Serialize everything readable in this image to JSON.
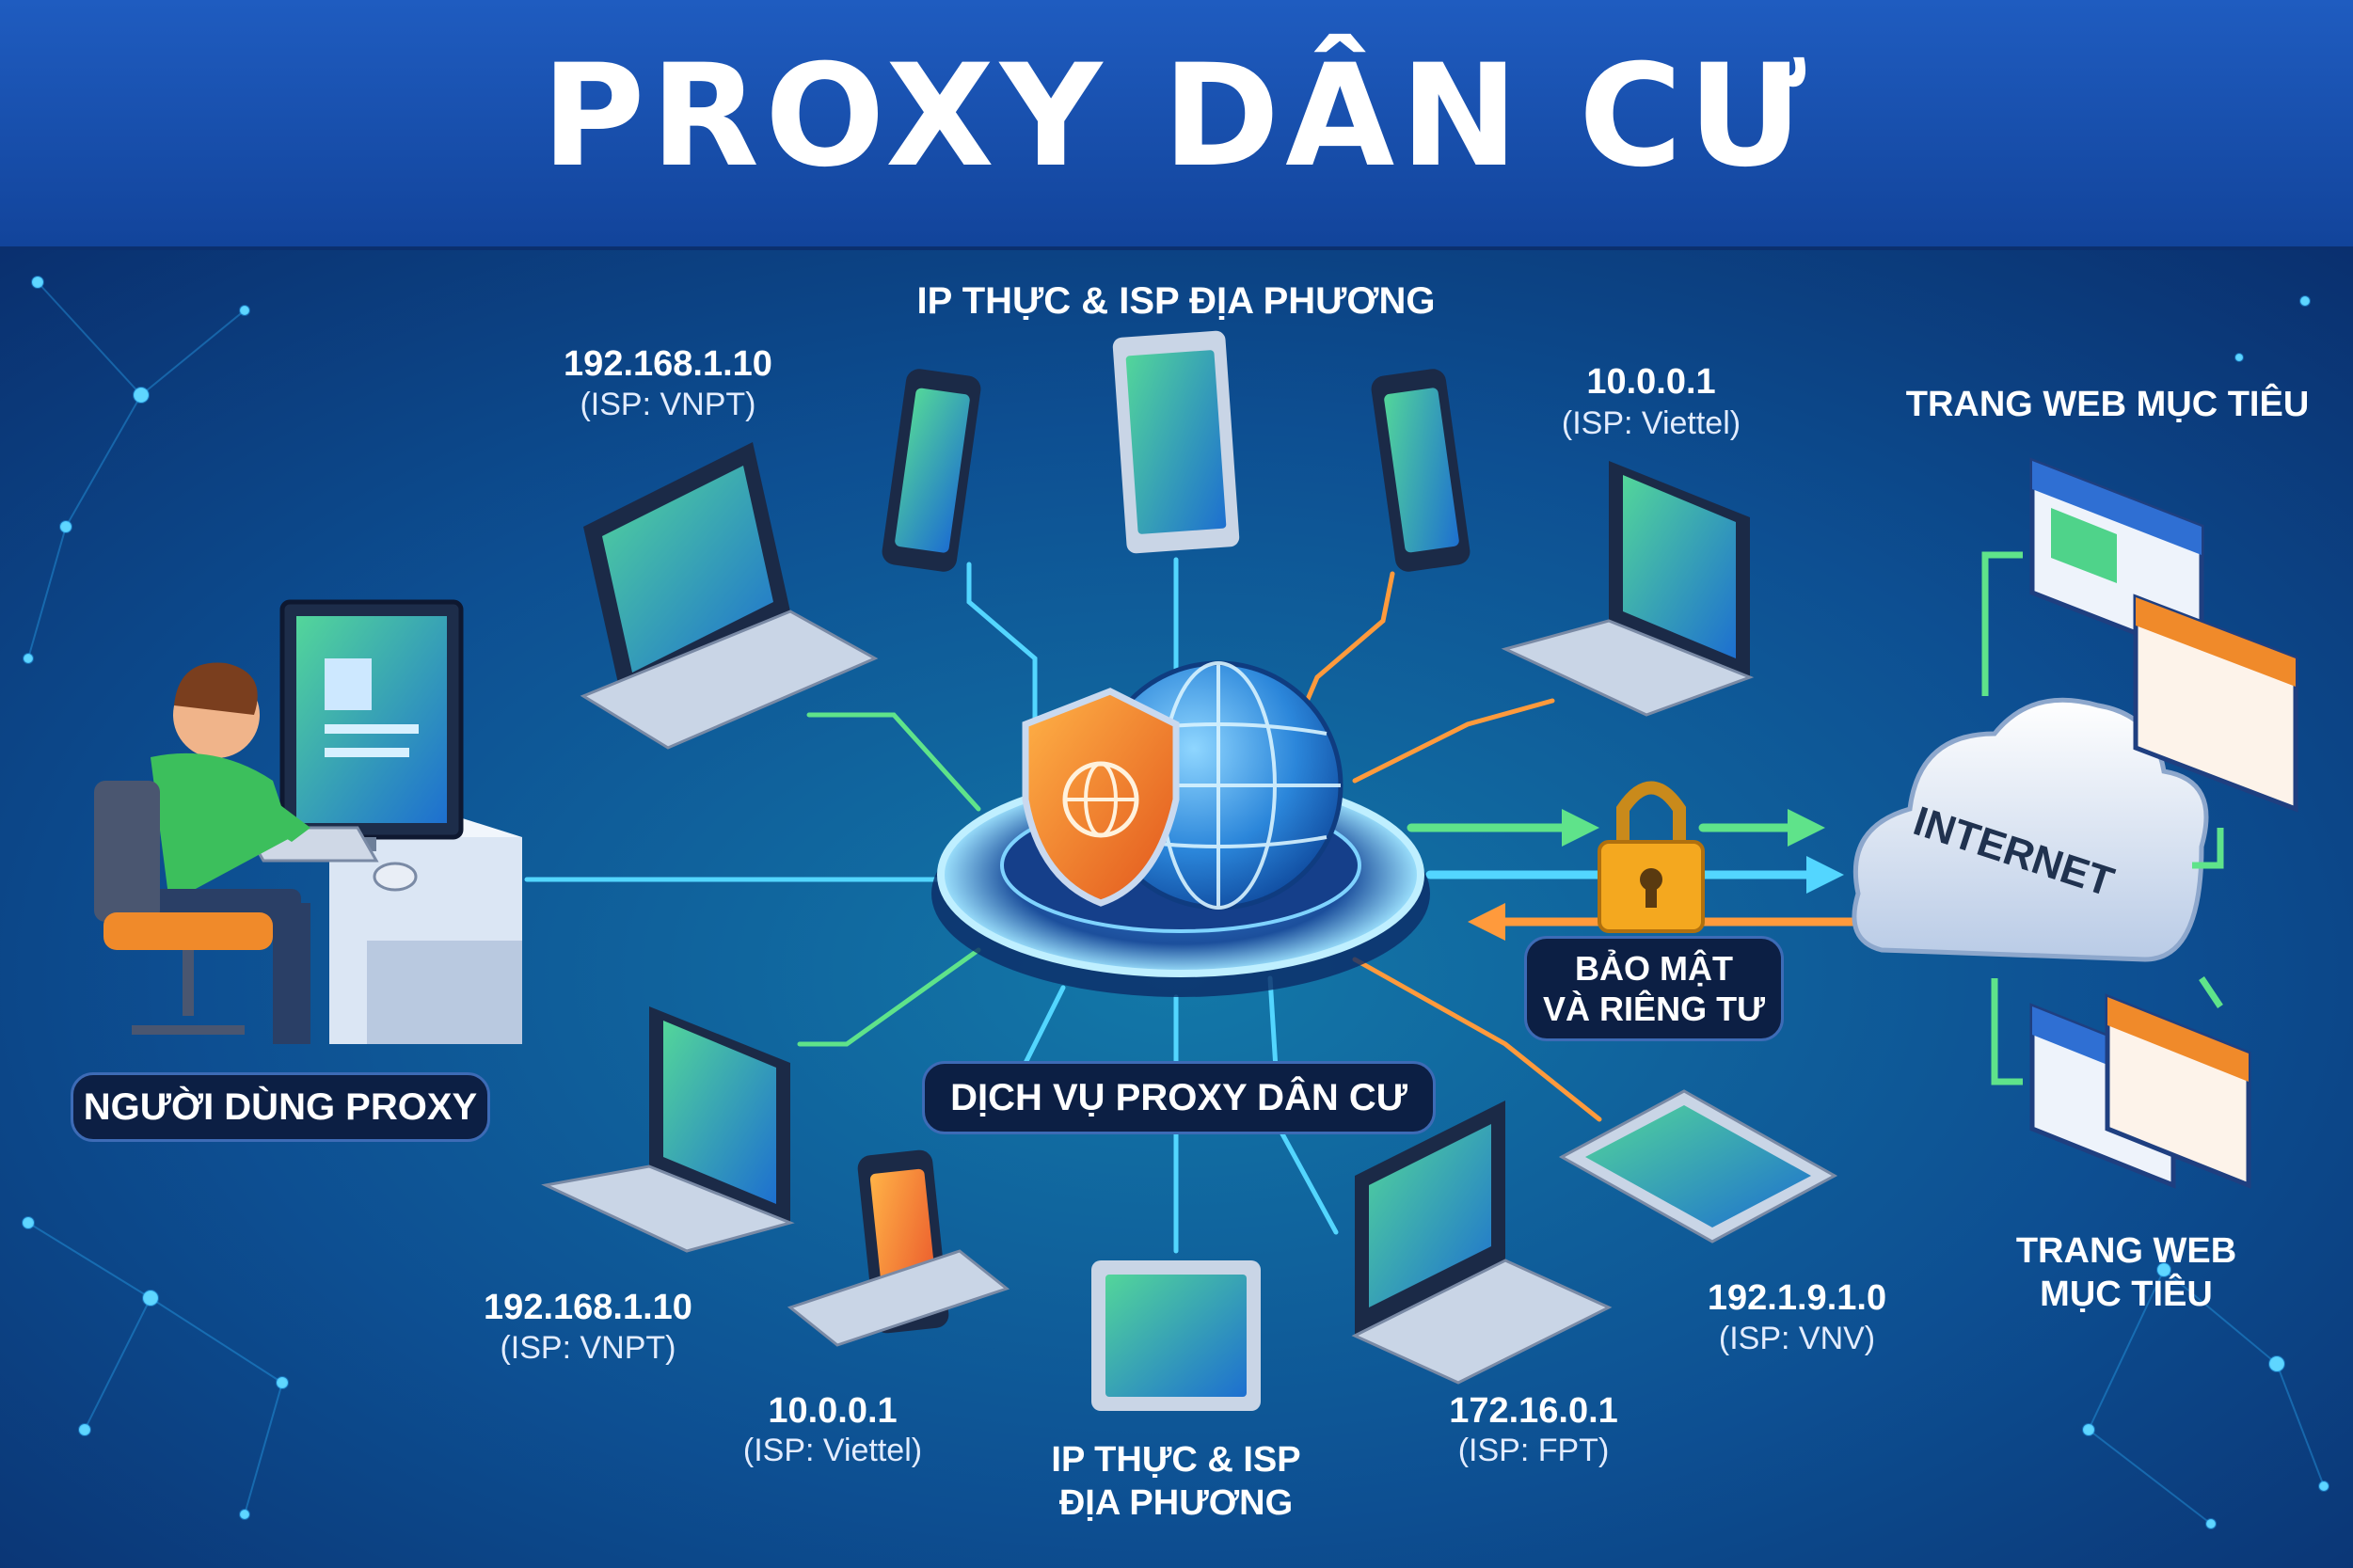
{
  "title": "PROXY DÂN CƯ",
  "labels": {
    "top_heading": "IP THỰC & ISP ĐỊA PHƯƠNG",
    "user": "NGƯỜI DÙNG PROXY",
    "service": "DỊCH VỤ PROXY DÂN CƯ",
    "security_line1": "BẢO MẬT",
    "security_line2": "VÀ RIÊNG TƯ",
    "internet": "INTERNET",
    "target_top": "TRANG WEB MỤC TIÊU",
    "target_bottom_line1": "TRANG WEB",
    "target_bottom_line2": "MỤC TIÊU",
    "bottom_heading_line1": "IP THỰC & ISP",
    "bottom_heading_line2": "ĐỊA PHƯƠNG"
  },
  "nodes": {
    "top_left": {
      "ip": "192.168.1.10",
      "isp": "(ISP: VNPT)"
    },
    "top_right": {
      "ip": "10.0.0.1",
      "isp": "(ISP: Viettel)"
    },
    "bottom_left": {
      "ip": "192.168.1.10",
      "isp": "(ISP: VNPT)"
    },
    "bottom_mid": {
      "ip": "10.0.0.1",
      "isp": "(ISP: Viettel)"
    },
    "bottom_center": {
      "ip": "172.16.0.1",
      "isp": "(ISP: FPT)"
    },
    "bottom_right": {
      "ip": "192.1.9.1.0",
      "isp": "(ISP: VNV)"
    }
  },
  "colors": {
    "banner": "#1a52b0",
    "background": "#0d4a8f",
    "line_blue": "#53d6ff",
    "line_green": "#5fe38a",
    "line_orange": "#ff9a3c",
    "shield": "#f07a26",
    "globe": "#2f8fe0"
  }
}
